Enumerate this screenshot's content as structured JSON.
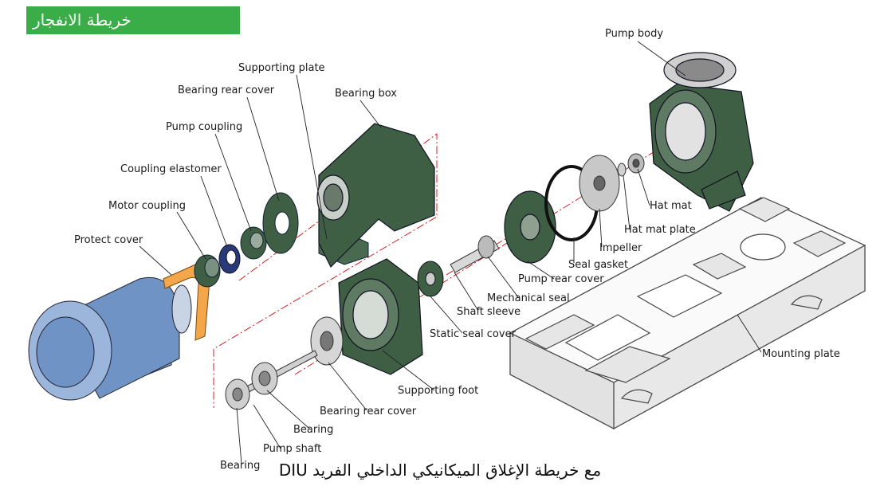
{
  "header": {
    "title": "خريطة الانفجار"
  },
  "caption": "DIU مع خريطة الإغلاق الميكانيكي الداخلي الفريد",
  "labels": {
    "pump_body": "Pump body",
    "supporting_plate": "Supporting plate",
    "bearing_rear_cover_top": "Bearing rear cover",
    "bearing_box": "Bearing box",
    "pump_coupling": "Pump coupling",
    "coupling_elastomer": "Coupling elastomer",
    "motor_coupling": "Motor coupling",
    "protect_cover": "Protect cover",
    "hat_mat": "Hat mat",
    "hat_mat_plate": "Hat mat plate",
    "impeller": "Impeller",
    "seal_gasket": "Seal gasket",
    "pump_rear_cover": "Pump rear cover",
    "mechanical_seal": "Mechanical seal",
    "shaft_sleeve": "Shaft sleeve",
    "static_seal_cover": "Static seal cover",
    "mounting_plate": "Mounting plate",
    "supporting_foot": "Supporting foot",
    "bearing_rear_cover_bottom": "Bearing rear cover",
    "bearing_mid": "Bearing",
    "pump_shaft": "Pump shaft",
    "bearing_bottom": "Bearing"
  },
  "colors": {
    "header_bg": "#3aad49",
    "part_green": "#3f5f44",
    "motor_blue": "#6f93c4",
    "guard_orange": "#f3a64a",
    "axis_red": "#d32020"
  }
}
